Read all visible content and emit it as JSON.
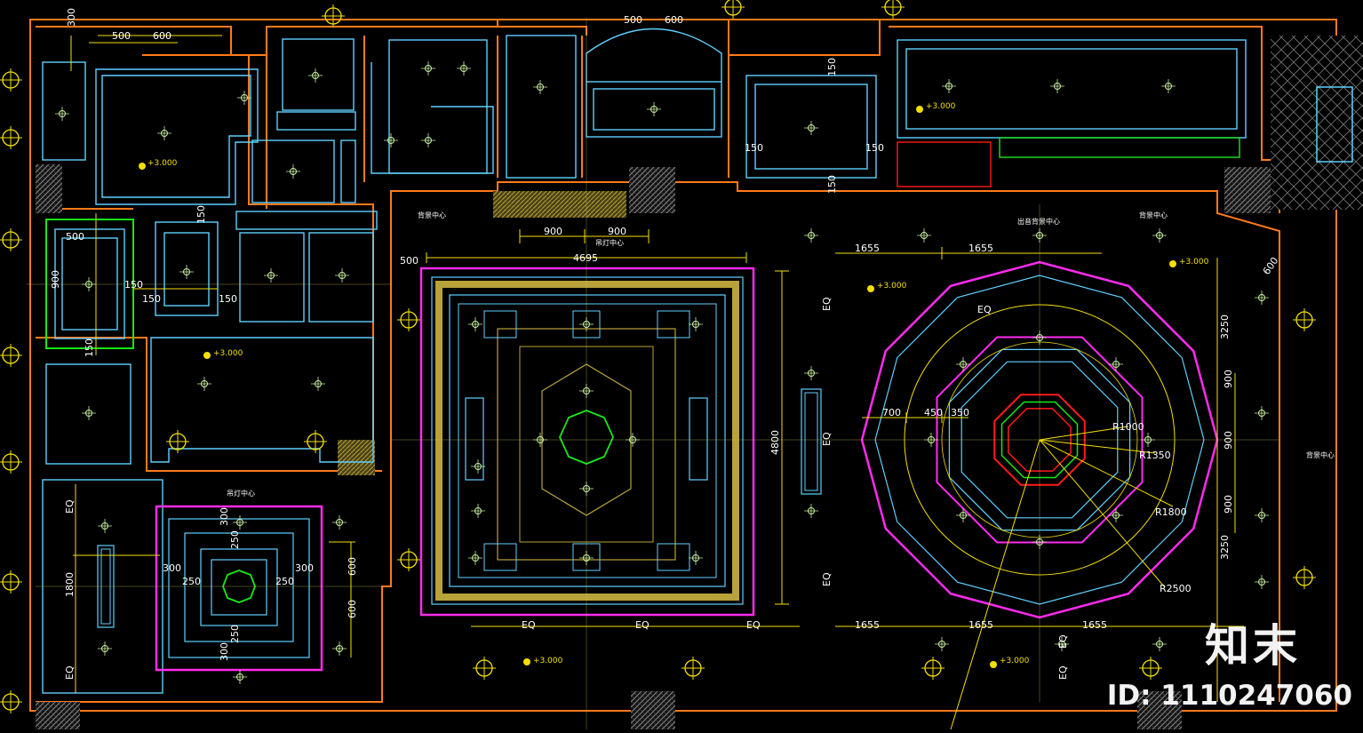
{
  "colors": {
    "background": "#000000",
    "wall": "#ff7a1a",
    "ceiling_line": "#5fd0ff",
    "dimension": "#f4e000",
    "accent_magenta": "#ff2bf0",
    "accent_green": "#19e619",
    "accent_red": "#ff1a1a",
    "gold_border": "#b8a23a",
    "light_fixture": "#c8f0a0"
  },
  "labels": {
    "center_left": "吊灯中心",
    "center_mid": "吊灯中心",
    "bg_center_1": "背景中心",
    "bg_center_2": "背景中心",
    "bg_center_3": "背景中心",
    "main_center": "出音背景中心"
  },
  "dims": {
    "d_500a": "500",
    "d_600a": "600",
    "d_500b": "500",
    "d_600b": "600",
    "d_300": "300",
    "d_150a": "150",
    "d_150b": "150",
    "d_150c": "150",
    "d_150d": "150",
    "d_900a": "900",
    "d_900b": "900",
    "d_4695": "4695",
    "d_500c": "500",
    "d_1655a": "1655",
    "d_1655b": "1655",
    "d_1655c": "1655",
    "d_1655d": "1655",
    "d_1655e": "1655",
    "d_4800": "4800",
    "d_eq1": "EQ",
    "d_eq2": "EQ",
    "d_eq3": "EQ",
    "d_eq4": "EQ",
    "d_700": "700",
    "d_450": "450",
    "d_350": "350",
    "d_r1000": "R1000",
    "d_r1350": "R1350",
    "d_r1800": "R1800",
    "d_r2500": "R2500",
    "d_600c": "600",
    "d_3250a": "3250",
    "d_3250b": "3250",
    "d_900c": "900",
    "d_900d": "900",
    "d_900e": "900",
    "d_1800": "1800",
    "d_300b": "300",
    "d_300c": "300",
    "d_250a": "250",
    "d_250b": "250",
    "d_250c": "250",
    "d_300d": "300",
    "d_600d": "600",
    "d_600e": "600",
    "d_150e": "150",
    "d_150f": "150",
    "d_900f": "900",
    "d_500d": "500",
    "d_150g": "150"
  },
  "levels": {
    "lv1": "+3.000",
    "lv2": "+3.000",
    "lv3": "+3.000",
    "lv4": "+3.000",
    "lv5": "+3.000",
    "lv6": "+3.000",
    "lv7": "+3.000"
  },
  "watermark": {
    "brand": "知末",
    "id_text": "ID: 1110247060"
  }
}
